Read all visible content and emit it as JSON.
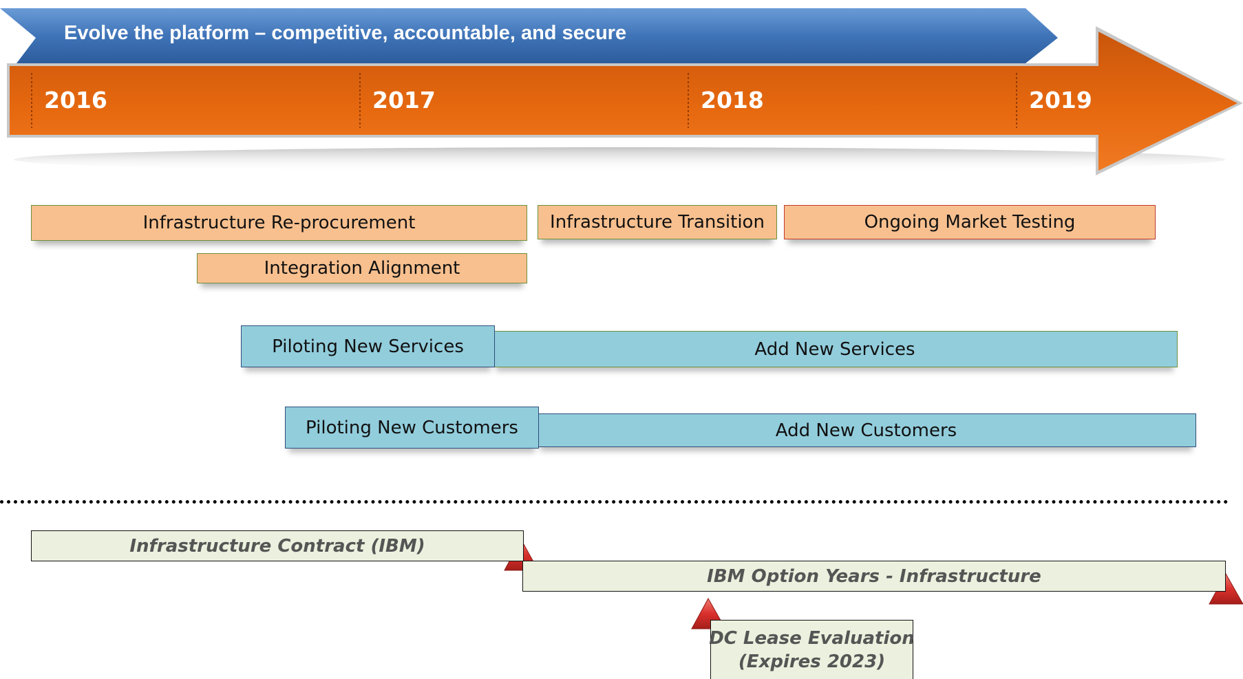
{
  "banner": {
    "title": "Evolve the platform – competitive, accountable, and secure"
  },
  "timeline": {
    "years": [
      "2016",
      "2017",
      "2018",
      "2019"
    ]
  },
  "bars": {
    "infra_reprocurement": "Infrastructure Re-procurement",
    "infra_transition": "Infrastructure Transition",
    "market_testing": "Ongoing Market Testing",
    "integration_alignment": "Integration Alignment",
    "piloting_services": "Piloting New Services",
    "add_services": "Add New Services",
    "piloting_customers": "Piloting New Customers",
    "add_customers": "Add New Customers"
  },
  "contracts": {
    "infra_contract": "Infrastructure Contract (IBM)",
    "option_years": "IBM Option Years - Infrastructure",
    "dc_lease_line1": "DC Lease Evaluation",
    "dc_lease_line2": "(Expires 2023)"
  },
  "colors": {
    "banner_blue": "#3f74b8",
    "arrow_orange": "#e2650f",
    "bar_orange": "#f8c08f",
    "bar_blue": "#92cddc",
    "bar_gray": "#ebf1de",
    "milestone_red": "#d9302c"
  },
  "icons": {
    "milestone": "warning-triangle-icon"
  }
}
